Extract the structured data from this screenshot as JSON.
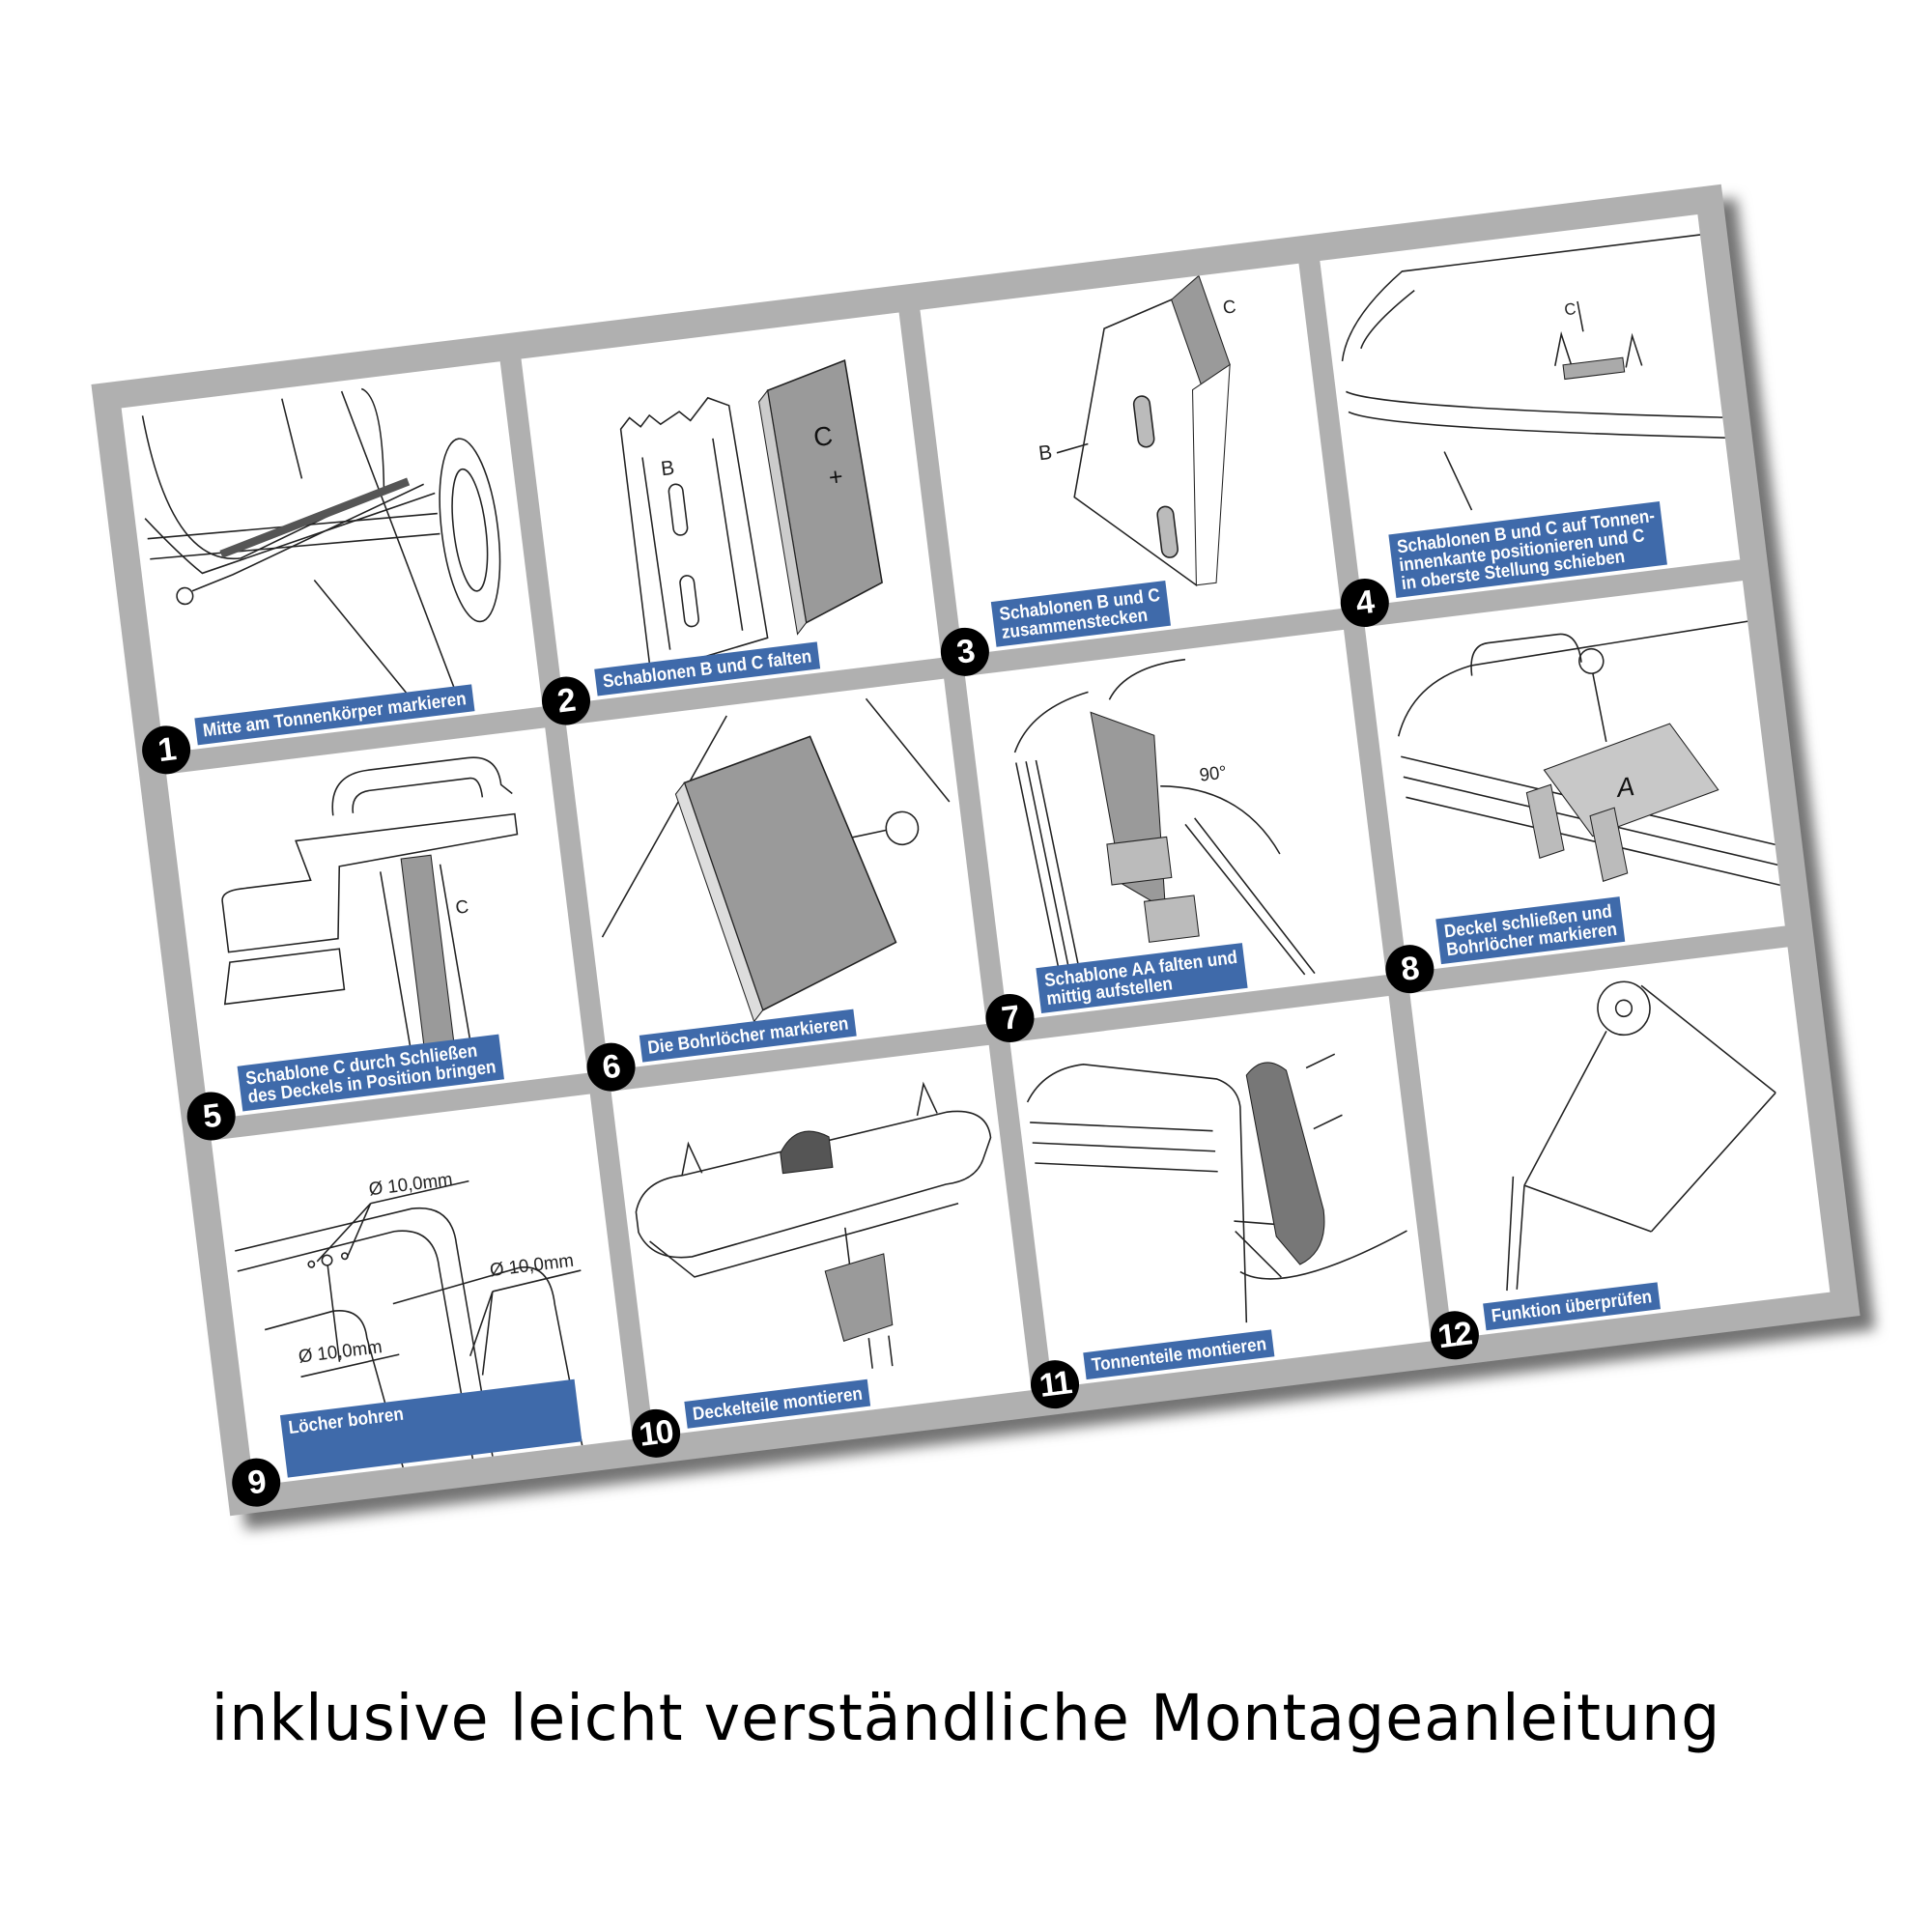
{
  "sheet": {
    "frame_color": "#b0b0b0",
    "label_color": "#3f6aaa",
    "badge_color": "#000000",
    "steps": [
      {
        "number": "1",
        "label": "Mitte am Tonnenkörper markieren",
        "icon": "bin-edge-spring-icon"
      },
      {
        "number": "2",
        "label": "Schablonen B und C falten",
        "icon": "template-b-c-icon",
        "annotations": [
          "B",
          "C"
        ]
      },
      {
        "number": "3",
        "label": "Schablonen B und C\nzusammenstecken",
        "icon": "template-assembly-icon",
        "annotations": [
          "B",
          "C"
        ]
      },
      {
        "number": "4",
        "label": "Schablonen B und C auf Tonnen-\ninnenkante positionieren und C\nin oberste Stellung schieben",
        "icon": "bin-rim-template-icon",
        "annotations": [
          "C"
        ]
      },
      {
        "number": "5",
        "label": "Schablone C durch Schließen\ndes Deckels in Position bringen",
        "icon": "lid-closing-icon",
        "annotations": [
          "C"
        ]
      },
      {
        "number": "6",
        "label": "Die Bohrlöcher markieren",
        "icon": "marking-pin-icon"
      },
      {
        "number": "7",
        "label": "Schablone AA falten und\nmittig aufstellen",
        "icon": "template-aa-icon",
        "annotations": [
          "90°"
        ]
      },
      {
        "number": "8",
        "label": "Deckel schließen und\nBohrlöcher markieren",
        "icon": "template-a-icon",
        "annotations": [
          "A"
        ]
      },
      {
        "number": "9",
        "label": "Löcher bohren",
        "icon": "drill-holes-icon",
        "annotations": [
          "Ø 10,0mm",
          "Ø 10,0mm",
          "Ø 10,0mm"
        ]
      },
      {
        "number": "10",
        "label": "Deckelteile montieren",
        "icon": "lid-parts-icon"
      },
      {
        "number": "11",
        "label": "Tonnenteile montieren",
        "icon": "bin-parts-icon"
      },
      {
        "number": "12",
        "label": "Funktion überprüfen",
        "icon": "function-check-icon"
      }
    ]
  },
  "caption": "inklusive leicht verständliche Montageanleitung"
}
